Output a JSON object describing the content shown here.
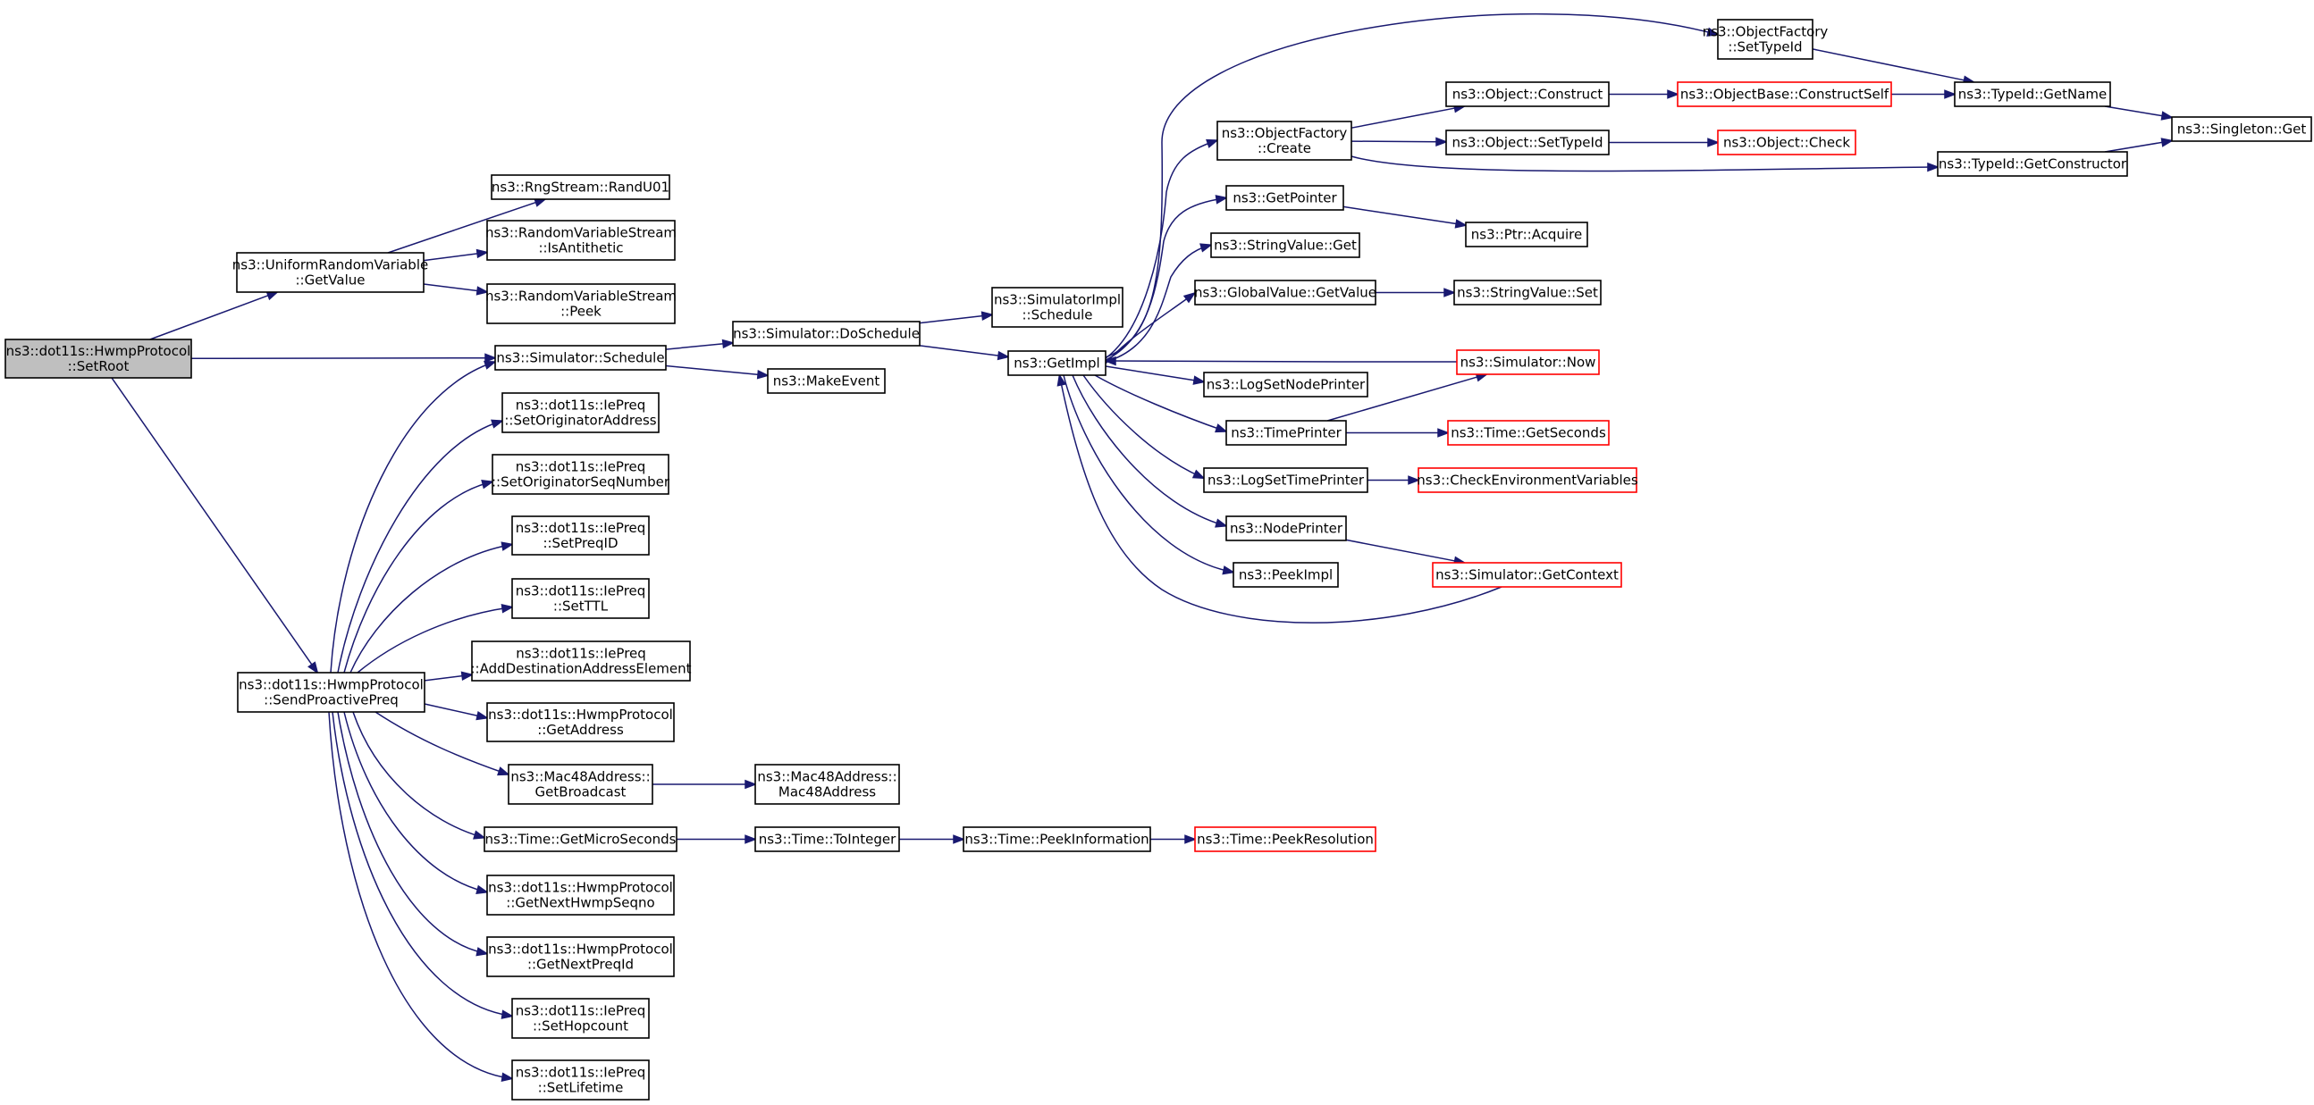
{
  "colors": {
    "edge": "#191970",
    "node_border": "#000000",
    "truncated_border": "#ff0000",
    "root_fill": "#bfbfbf",
    "node_fill": "#ffffff"
  },
  "graph": {
    "nodes": [
      {
        "id": "setroot",
        "lines": [
          "ns3::dot11s::HwmpProtocol",
          "::SetRoot"
        ],
        "style": "root"
      },
      {
        "id": "uniform_getvalue",
        "lines": [
          "ns3::UniformRandomVariable",
          "::GetValue"
        ],
        "style": "normal"
      },
      {
        "id": "randu01",
        "lines": [
          "ns3::RngStream::RandU01"
        ],
        "style": "normal"
      },
      {
        "id": "isantithetic",
        "lines": [
          "ns3::RandomVariableStream",
          "::IsAntithetic"
        ],
        "style": "normal"
      },
      {
        "id": "peek",
        "lines": [
          "ns3::RandomVariableStream",
          "::Peek"
        ],
        "style": "normal"
      },
      {
        "id": "sim_schedule",
        "lines": [
          "ns3::Simulator::Schedule"
        ],
        "style": "normal"
      },
      {
        "id": "doschedule",
        "lines": [
          "ns3::Simulator::DoSchedule"
        ],
        "style": "normal"
      },
      {
        "id": "makeevent",
        "lines": [
          "ns3::MakeEvent"
        ],
        "style": "normal"
      },
      {
        "id": "simimpl_schedule",
        "lines": [
          "ns3::SimulatorImpl",
          "::Schedule"
        ],
        "style": "normal"
      },
      {
        "id": "getimpl",
        "lines": [
          "ns3::GetImpl"
        ],
        "style": "normal"
      },
      {
        "id": "of_settypeid",
        "lines": [
          "ns3::ObjectFactory",
          "::SetTypeId"
        ],
        "style": "normal"
      },
      {
        "id": "of_create",
        "lines": [
          "ns3::ObjectFactory",
          "::Create"
        ],
        "style": "normal"
      },
      {
        "id": "obj_construct",
        "lines": [
          "ns3::Object::Construct"
        ],
        "style": "normal"
      },
      {
        "id": "constructself",
        "lines": [
          "ns3::ObjectBase::ConstructSelf"
        ],
        "style": "truncated"
      },
      {
        "id": "typeid_getname",
        "lines": [
          "ns3::TypeId::GetName"
        ],
        "style": "normal"
      },
      {
        "id": "singleton_get",
        "lines": [
          "ns3::Singleton::Get"
        ],
        "style": "normal"
      },
      {
        "id": "obj_settypeid",
        "lines": [
          "ns3::Object::SetTypeId"
        ],
        "style": "normal"
      },
      {
        "id": "obj_check",
        "lines": [
          "ns3::Object::Check"
        ],
        "style": "truncated"
      },
      {
        "id": "typeid_getconstructor",
        "lines": [
          "ns3::TypeId::GetConstructor"
        ],
        "style": "normal"
      },
      {
        "id": "getpointer",
        "lines": [
          "ns3::GetPointer"
        ],
        "style": "normal"
      },
      {
        "id": "ptr_acquire",
        "lines": [
          "ns3::Ptr::Acquire"
        ],
        "style": "normal"
      },
      {
        "id": "stringvalue_get",
        "lines": [
          "ns3::StringValue::Get"
        ],
        "style": "normal"
      },
      {
        "id": "globalvalue_getvalue",
        "lines": [
          "ns3::GlobalValue::GetValue"
        ],
        "style": "normal"
      },
      {
        "id": "stringvalue_set",
        "lines": [
          "ns3::StringValue::Set"
        ],
        "style": "normal"
      },
      {
        "id": "sim_now",
        "lines": [
          "ns3::Simulator::Now"
        ],
        "style": "truncated"
      },
      {
        "id": "logsetnodeprinter",
        "lines": [
          "ns3::LogSetNodePrinter"
        ],
        "style": "normal"
      },
      {
        "id": "timeprinter",
        "lines": [
          "ns3::TimePrinter"
        ],
        "style": "normal"
      },
      {
        "id": "time_getseconds",
        "lines": [
          "ns3::Time::GetSeconds"
        ],
        "style": "truncated"
      },
      {
        "id": "logsettimeprinter",
        "lines": [
          "ns3::LogSetTimePrinter"
        ],
        "style": "normal"
      },
      {
        "id": "checkenv",
        "lines": [
          "ns3::CheckEnvironmentVariables"
        ],
        "style": "truncated"
      },
      {
        "id": "nodeprinter",
        "lines": [
          "ns3::NodePrinter"
        ],
        "style": "normal"
      },
      {
        "id": "sim_getcontext",
        "lines": [
          "ns3::Simulator::GetContext"
        ],
        "style": "truncated"
      },
      {
        "id": "peekimpl",
        "lines": [
          "ns3::PeekImpl"
        ],
        "style": "normal"
      },
      {
        "id": "sendproactivepreq",
        "lines": [
          "ns3::dot11s::HwmpProtocol",
          "::SendProactivePreq"
        ],
        "style": "normal"
      },
      {
        "id": "setoriginatoraddress",
        "lines": [
          "ns3::dot11s::IePreq",
          "::SetOriginatorAddress"
        ],
        "style": "normal"
      },
      {
        "id": "setoriginatorseqnumber",
        "lines": [
          "ns3::dot11s::IePreq",
          "::SetOriginatorSeqNumber"
        ],
        "style": "normal"
      },
      {
        "id": "setpreqid",
        "lines": [
          "ns3::dot11s::IePreq",
          "::SetPreqID"
        ],
        "style": "normal"
      },
      {
        "id": "setttl",
        "lines": [
          "ns3::dot11s::IePreq",
          "::SetTTL"
        ],
        "style": "normal"
      },
      {
        "id": "adddestination",
        "lines": [
          "ns3::dot11s::IePreq",
          "::AddDestinationAddressElement"
        ],
        "style": "normal"
      },
      {
        "id": "hwmp_getaddress",
        "lines": [
          "ns3::dot11s::HwmpProtocol",
          "::GetAddress"
        ],
        "style": "normal"
      },
      {
        "id": "getbroadcast",
        "lines": [
          "ns3::Mac48Address::",
          "GetBroadcast"
        ],
        "style": "normal"
      },
      {
        "id": "mac48address",
        "lines": [
          "ns3::Mac48Address::",
          "Mac48Address"
        ],
        "style": "normal"
      },
      {
        "id": "getmicroseconds",
        "lines": [
          "ns3::Time::GetMicroSeconds"
        ],
        "style": "normal"
      },
      {
        "id": "tointeger",
        "lines": [
          "ns3::Time::ToInteger"
        ],
        "style": "normal"
      },
      {
        "id": "peekinformation",
        "lines": [
          "ns3::Time::PeekInformation"
        ],
        "style": "normal"
      },
      {
        "id": "peekresolution",
        "lines": [
          "ns3::Time::PeekResolution"
        ],
        "style": "truncated"
      },
      {
        "id": "getnexthwmpseqno",
        "lines": [
          "ns3::dot11s::HwmpProtocol",
          "::GetNextHwmpSeqno"
        ],
        "style": "normal"
      },
      {
        "id": "getnextpreqid",
        "lines": [
          "ns3::dot11s::HwmpProtocol",
          "::GetNextPreqId"
        ],
        "style": "normal"
      },
      {
        "id": "sethopcount",
        "lines": [
          "ns3::dot11s::IePreq",
          "::SetHopcount"
        ],
        "style": "normal"
      },
      {
        "id": "setlifetime",
        "lines": [
          "ns3::dot11s::IePreq",
          "::SetLifetime"
        ],
        "style": "normal"
      }
    ],
    "edges": [
      [
        "setroot",
        "uniform_getvalue"
      ],
      [
        "setroot",
        "sim_schedule"
      ],
      [
        "setroot",
        "sendproactivepreq"
      ],
      [
        "uniform_getvalue",
        "randu01"
      ],
      [
        "uniform_getvalue",
        "isantithetic"
      ],
      [
        "uniform_getvalue",
        "peek"
      ],
      [
        "sim_schedule",
        "doschedule"
      ],
      [
        "sim_schedule",
        "makeevent"
      ],
      [
        "doschedule",
        "simimpl_schedule"
      ],
      [
        "doschedule",
        "getimpl"
      ],
      [
        "getimpl",
        "of_settypeid"
      ],
      [
        "getimpl",
        "of_create"
      ],
      [
        "getimpl",
        "getpointer"
      ],
      [
        "getimpl",
        "stringvalue_get"
      ],
      [
        "getimpl",
        "globalvalue_getvalue"
      ],
      [
        "getimpl",
        "logsetnodeprinter"
      ],
      [
        "getimpl",
        "timeprinter"
      ],
      [
        "getimpl",
        "logsettimeprinter"
      ],
      [
        "getimpl",
        "nodeprinter"
      ],
      [
        "getimpl",
        "peekimpl"
      ],
      [
        "sim_now",
        "getimpl"
      ],
      [
        "sim_getcontext",
        "getimpl"
      ],
      [
        "of_settypeid",
        "typeid_getname"
      ],
      [
        "of_create",
        "obj_construct"
      ],
      [
        "of_create",
        "obj_settypeid"
      ],
      [
        "of_create",
        "typeid_getconstructor"
      ],
      [
        "obj_construct",
        "constructself"
      ],
      [
        "constructself",
        "typeid_getname"
      ],
      [
        "typeid_getname",
        "singleton_get"
      ],
      [
        "typeid_getconstructor",
        "singleton_get"
      ],
      [
        "obj_settypeid",
        "obj_check"
      ],
      [
        "getpointer",
        "ptr_acquire"
      ],
      [
        "globalvalue_getvalue",
        "stringvalue_set"
      ],
      [
        "timeprinter",
        "sim_now"
      ],
      [
        "timeprinter",
        "time_getseconds"
      ],
      [
        "logsettimeprinter",
        "checkenv"
      ],
      [
        "nodeprinter",
        "sim_getcontext"
      ],
      [
        "sendproactivepreq",
        "sim_schedule"
      ],
      [
        "sendproactivepreq",
        "setoriginatoraddress"
      ],
      [
        "sendproactivepreq",
        "setoriginatorseqnumber"
      ],
      [
        "sendproactivepreq",
        "setpreqid"
      ],
      [
        "sendproactivepreq",
        "setttl"
      ],
      [
        "sendproactivepreq",
        "adddestination"
      ],
      [
        "sendproactivepreq",
        "hwmp_getaddress"
      ],
      [
        "sendproactivepreq",
        "getbroadcast"
      ],
      [
        "sendproactivepreq",
        "getmicroseconds"
      ],
      [
        "sendproactivepreq",
        "getnexthwmpseqno"
      ],
      [
        "sendproactivepreq",
        "getnextpreqid"
      ],
      [
        "sendproactivepreq",
        "sethopcount"
      ],
      [
        "sendproactivepreq",
        "setlifetime"
      ],
      [
        "getbroadcast",
        "mac48address"
      ],
      [
        "getmicroseconds",
        "tointeger"
      ],
      [
        "tointeger",
        "peekinformation"
      ],
      [
        "peekinformation",
        "peekresolution"
      ]
    ]
  }
}
